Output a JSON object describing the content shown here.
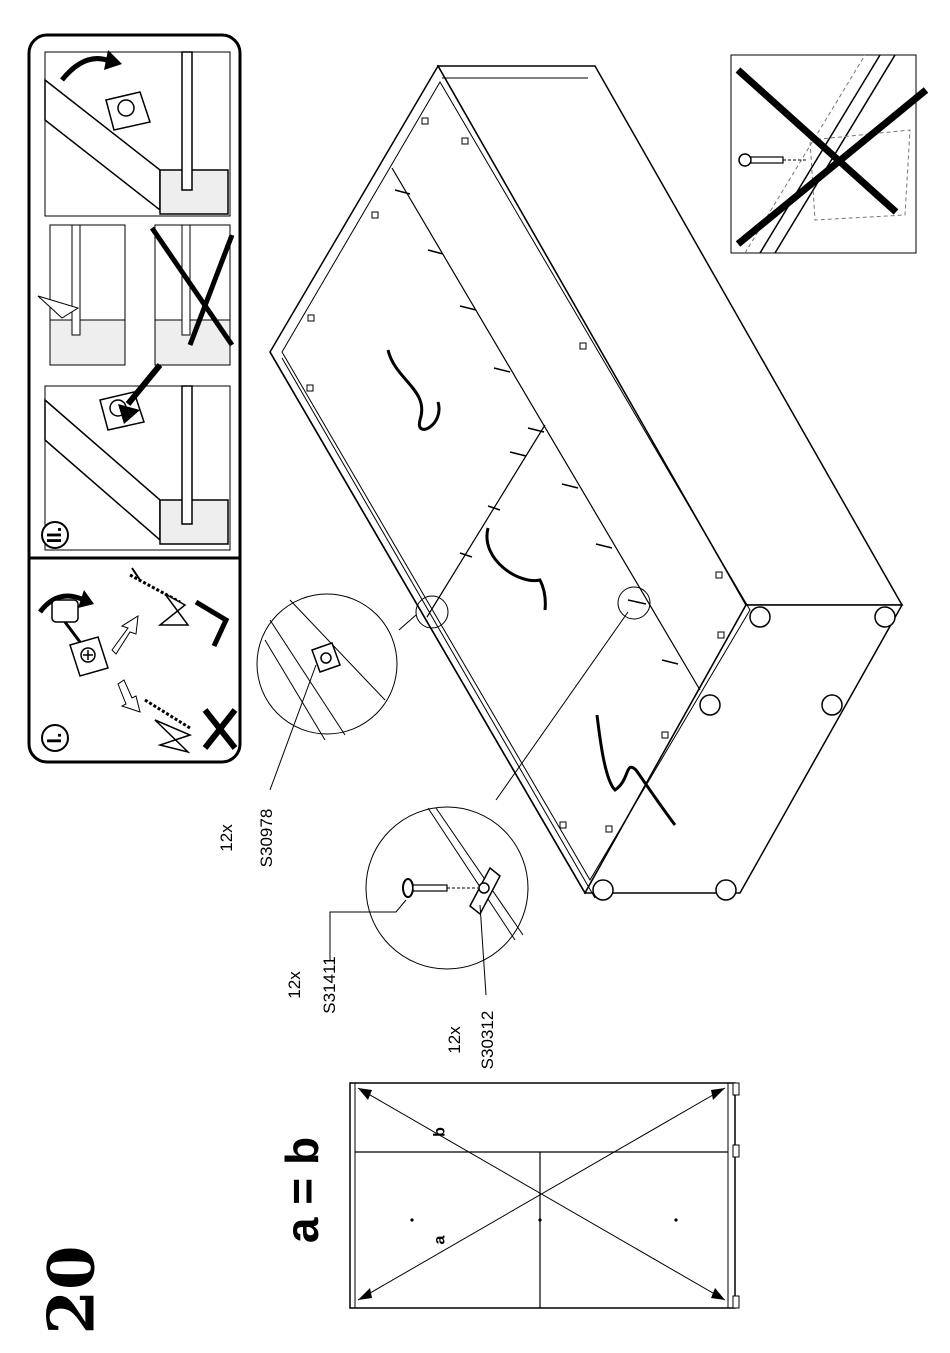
{
  "step_number": "20",
  "equation": "a = b",
  "diagonal_a": "a",
  "diagonal_b": "b",
  "panel_i": "I.",
  "panel_ii": "II.",
  "parts": [
    {
      "qty": "12x",
      "code": "S30978"
    },
    {
      "qty": "12x",
      "code": "S31411"
    },
    {
      "qty": "12x",
      "code": "S30312"
    }
  ]
}
